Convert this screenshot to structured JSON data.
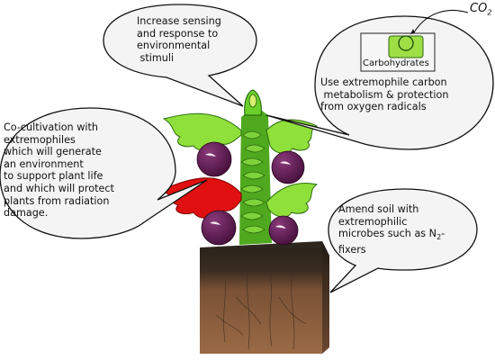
{
  "bubbles": {
    "sensing": {
      "lines": [
        "Increase sensing",
        "and response to",
        "environmental",
        " stimuli"
      ]
    },
    "carbon": {
      "lines": [
        "Use extremophile carbon",
        " metabolism & protection",
        "from oxygen radicals"
      ]
    },
    "cocultivation": {
      "lines": [
        "Co-cultivation with",
        "extremophiles",
        "which will generate",
        "an environment",
        "to support plant life",
        "and which will protect",
        "plants from radiation",
        "damage."
      ]
    },
    "soil": {
      "line1": "Amend soil with",
      "line2": "extremophilic",
      "line3_prefix": "microbes such as N",
      "line3_sub": "2",
      "line3_suffix": "-",
      "line4": "fixers"
    }
  },
  "cell_label": "Carbohydrates",
  "co2": {
    "base": "CO",
    "sub": "2"
  },
  "colors": {
    "bubble_fill": "#f4f4f4",
    "cell_fill": "#9ddf45",
    "leaf_green": "#8fe03a",
    "leaf_red": "#e01010",
    "berry": "#5a1a4a",
    "soil_top": "#2a241c",
    "soil_mid": "#8a5a38"
  }
}
